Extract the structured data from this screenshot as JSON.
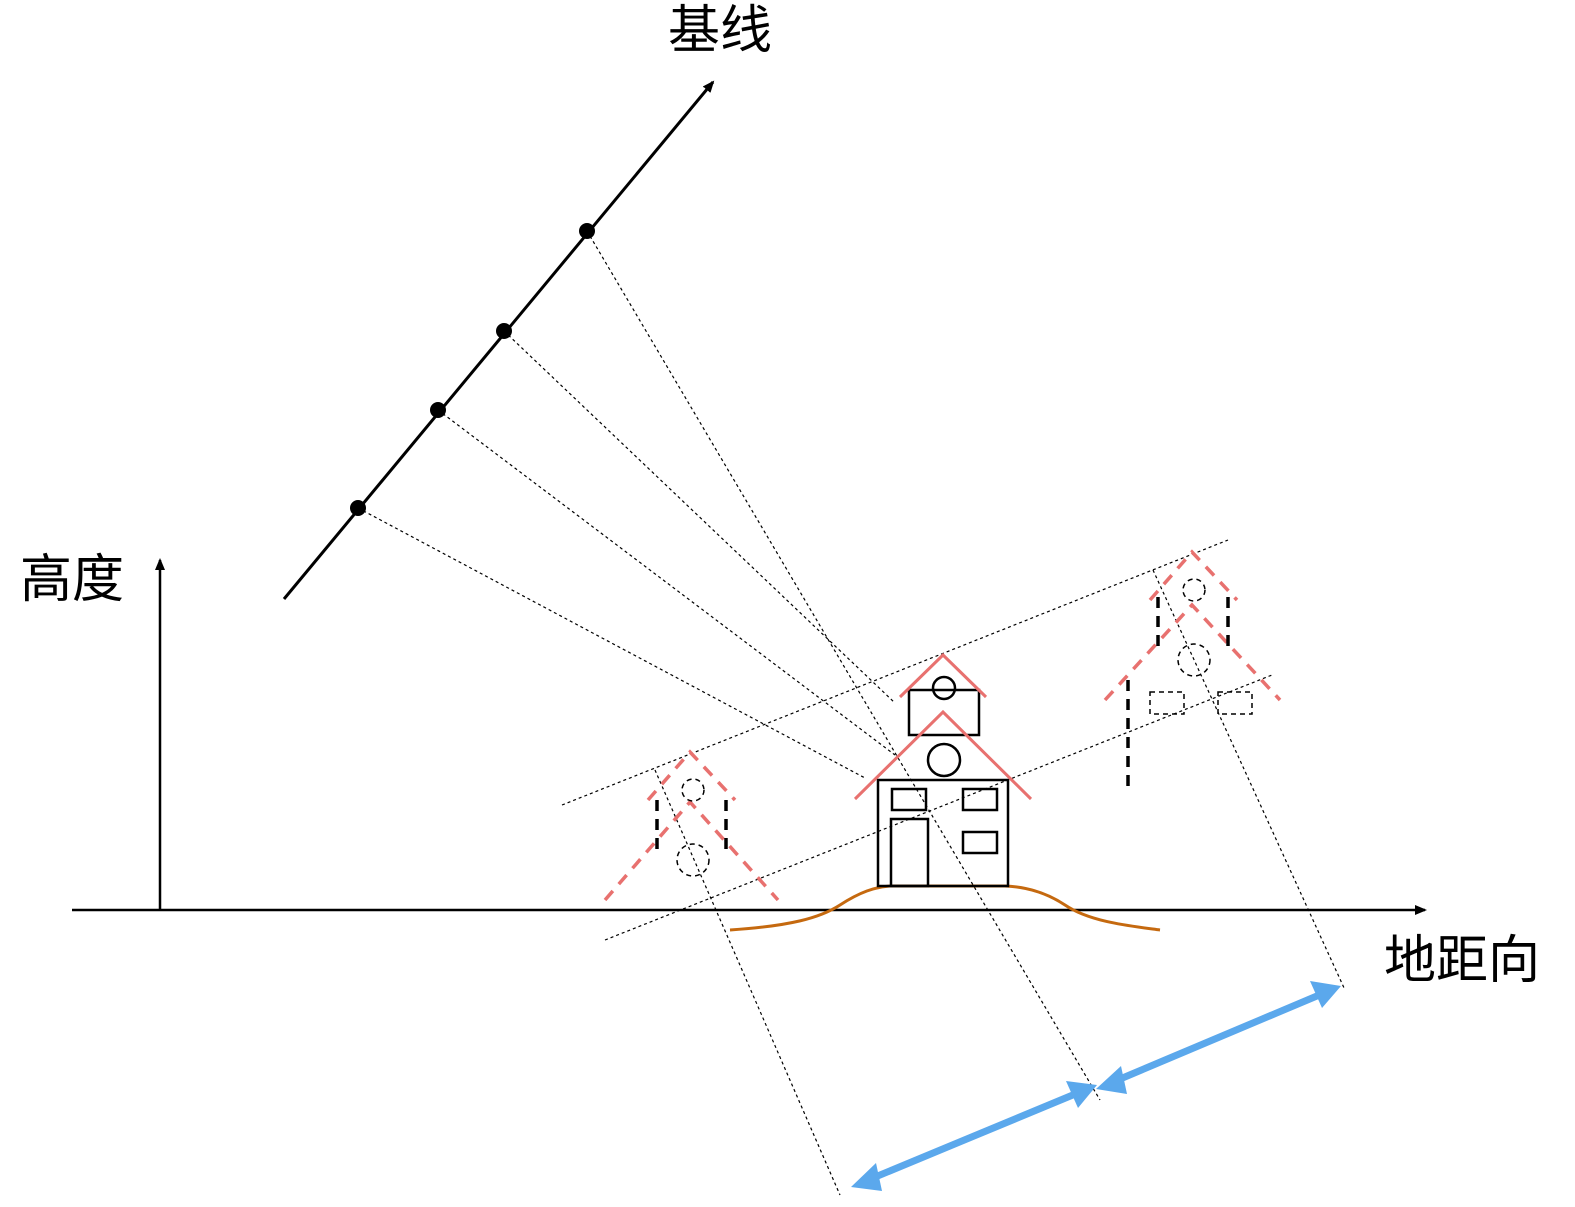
{
  "labels": {
    "baseline": "基线",
    "height": "高度",
    "ground_range": "地距向"
  },
  "colors": {
    "roof": "#e8716f",
    "terrain": "#c5690f",
    "arrow": "#5ba8ec"
  }
}
